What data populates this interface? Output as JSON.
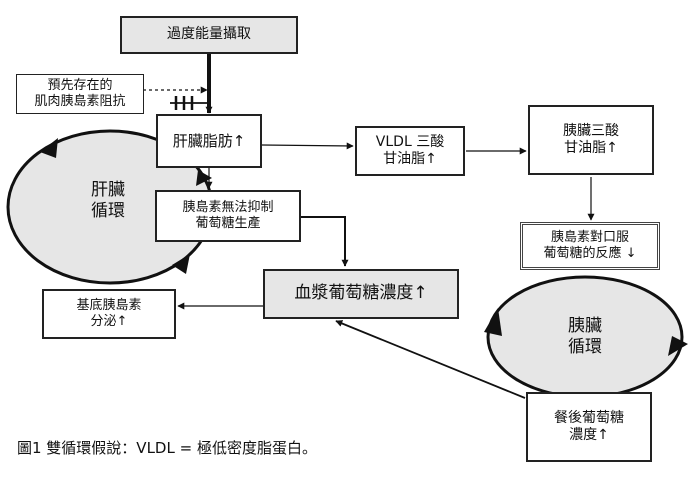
{
  "nodes": {
    "energy_intake": "過度能量攝取",
    "insulin_resistance": {
      "line1": "預先存在的",
      "line2": "肌肉胰島素阻抗"
    },
    "liver_fat": "肝臟脂肪↑",
    "vldl": {
      "line1": "VLDL 三酸",
      "line2": "甘油脂↑"
    },
    "pancreas_fat": {
      "line1": "胰臟三酸",
      "line2": "甘油脂↑"
    },
    "liver_cycle": {
      "line1": "肝臟",
      "line2": "循環"
    },
    "insulin_no_suppress": {
      "line1": "胰島素無法抑制",
      "line2": "葡萄糖生產"
    },
    "insulin_response": {
      "line1": "胰島素對口服",
      "line2": "葡萄糖的反應 ↓"
    },
    "plasma_glucose": "血漿葡萄糖濃度↑",
    "basal_insulin": {
      "line1": "基底胰島素",
      "line2": "分泌↑"
    },
    "pancreas_cycle": {
      "line1": "胰臟",
      "line2": "循環"
    },
    "postprandial_glucose": {
      "line1": "餐後葡萄糖",
      "line2": "濃度↑"
    }
  },
  "caption": "圖1  雙循環假說：VLDL = 極低密度脂蛋白。"
}
